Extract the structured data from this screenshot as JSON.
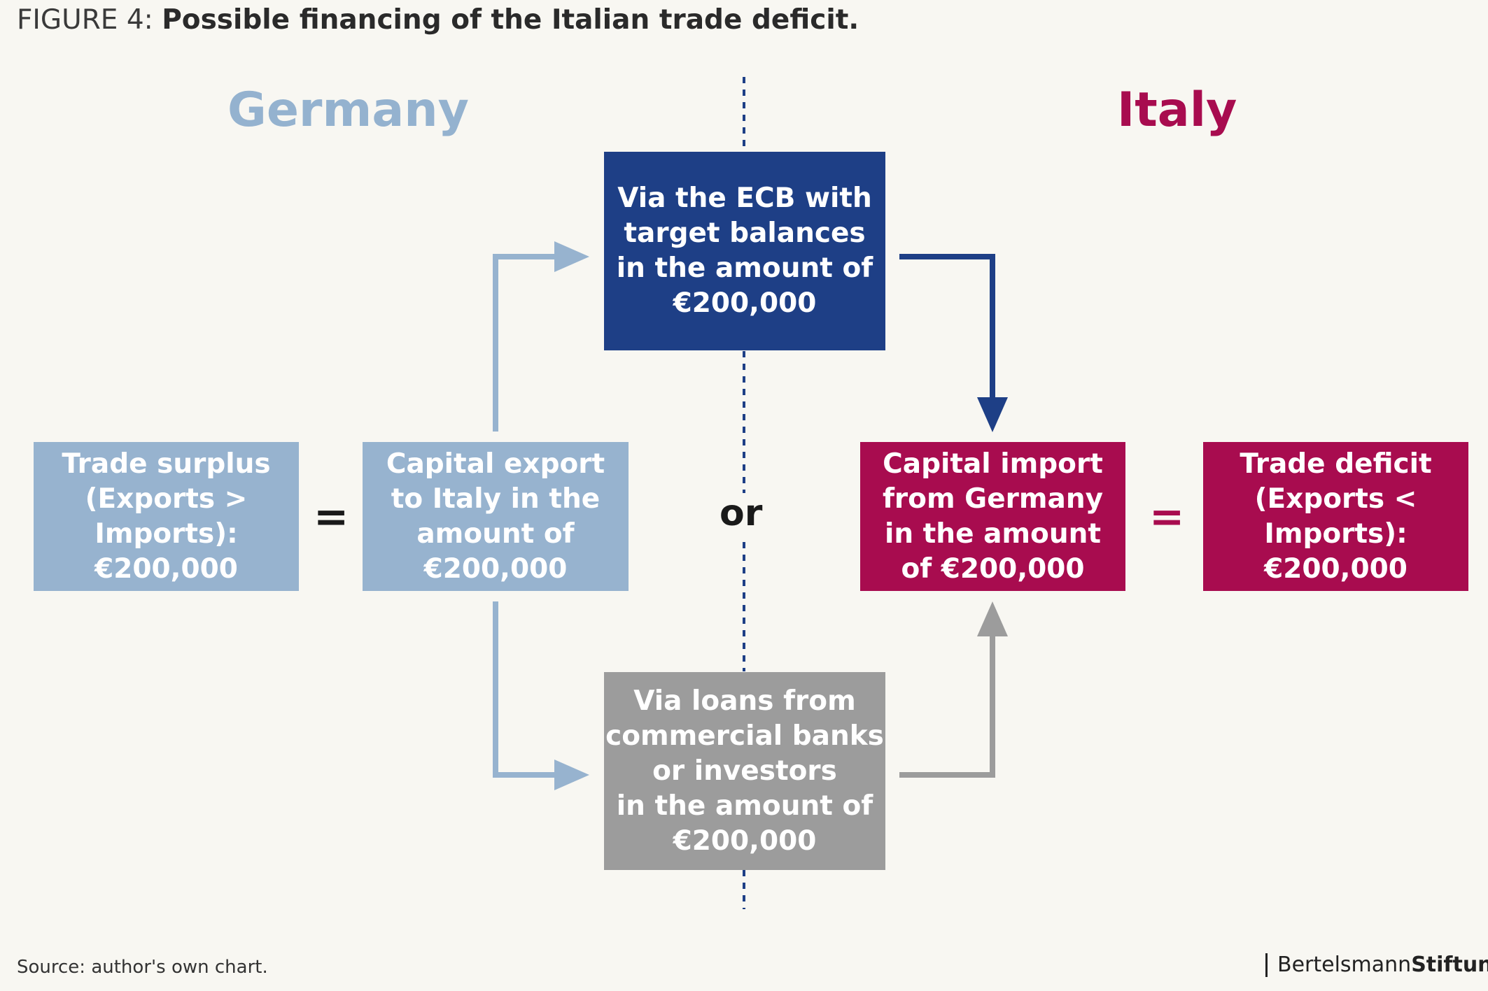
{
  "title": {
    "lead": "FIGURE 4:",
    "main": "Possible financing of the Italian trade deficit."
  },
  "regions": {
    "left": "Germany",
    "right": "Italy"
  },
  "boxes": {
    "trade_surplus": "Trade surplus\n(Exports > Imports):\n€200,000",
    "capital_export": "Capital export\nto Italy in the\namount of\n€200,000",
    "ecb": "Via the ECB with\ntarget balances\nin the amount of\n€200,000",
    "loans": "Via loans from\ncommercial banks\nor investors\nin the amount of\n€200,000",
    "capital_import": "Capital import\nfrom Germany\nin the amount\nof €200,000",
    "trade_deficit": "Trade deficit\n(Exports < Imports):\n€200,000"
  },
  "symbols": {
    "equals_left": "=",
    "equals_right": "=",
    "or": "or"
  },
  "source": "Source: author's own chart.",
  "brand": {
    "part1": "Bertelsmann",
    "part2": "Stiftung"
  },
  "colors": {
    "germany_light_blue": "#97b3cf",
    "ecb_dark_blue": "#1e3f86",
    "loans_gray": "#9c9c9c",
    "italy_crimson": "#a80c4f",
    "background": "#f8f7f2"
  }
}
